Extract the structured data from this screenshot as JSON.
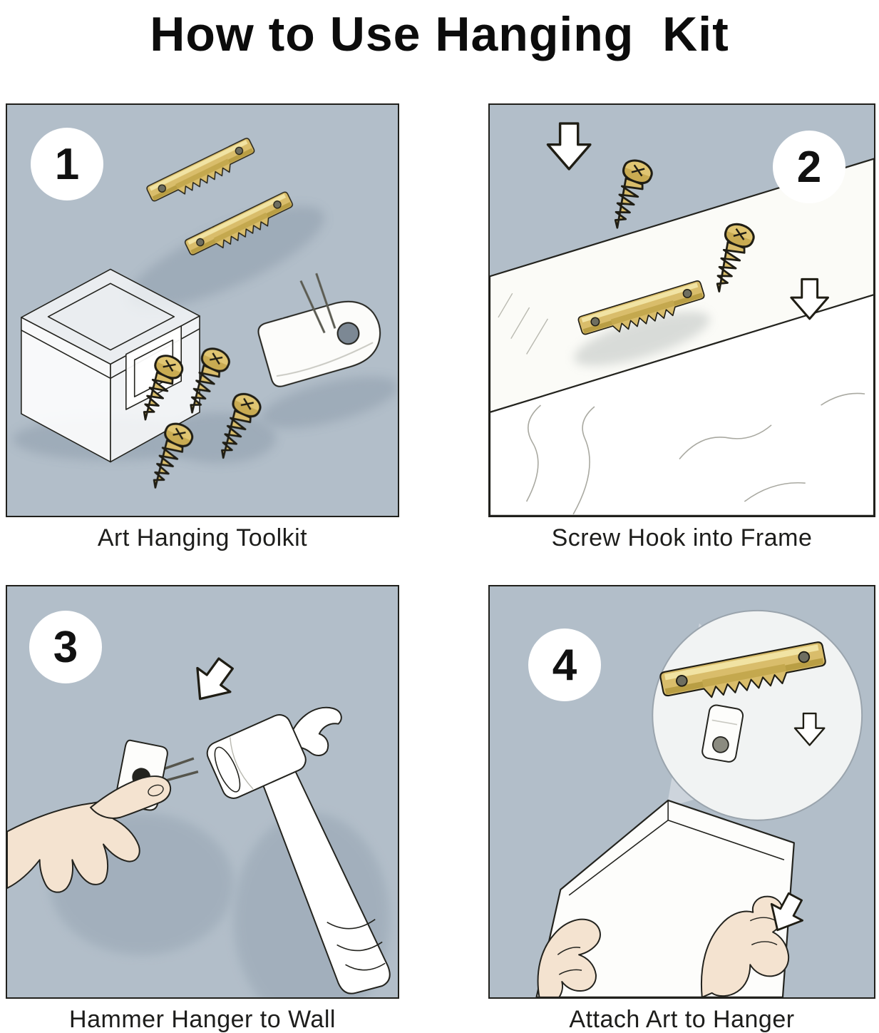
{
  "title": "How to Use Hanging  Kit",
  "panels": [
    {
      "number": "1",
      "caption": "Art Hanging Toolkit"
    },
    {
      "number": "2",
      "caption": "Screw Hook into Frame"
    },
    {
      "number": "3",
      "caption": "Hammer Hanger to Wall"
    },
    {
      "number": "4",
      "caption": "Attach Art to Hanger"
    }
  ],
  "colors": {
    "background": "#ffffff",
    "panel_background": "#b2bec9",
    "brass": "#d9bd6b",
    "brass_dark": "#b99e44",
    "outline": "#23231e",
    "skin": "#f4e3d0",
    "text": "#111111"
  },
  "icons": {
    "sawtooth_hanger": "brass sawtooth hanger strip with screw holes",
    "screw": "brass wood screw",
    "block_arrow": "white outlined block arrow",
    "hammer": "white claw hammer",
    "hand": "hand holding part",
    "storage_box": "clear toolkit storage case",
    "plastic_hook": "white wall hook with pins",
    "zoom_circle": "magnified detail circle"
  }
}
